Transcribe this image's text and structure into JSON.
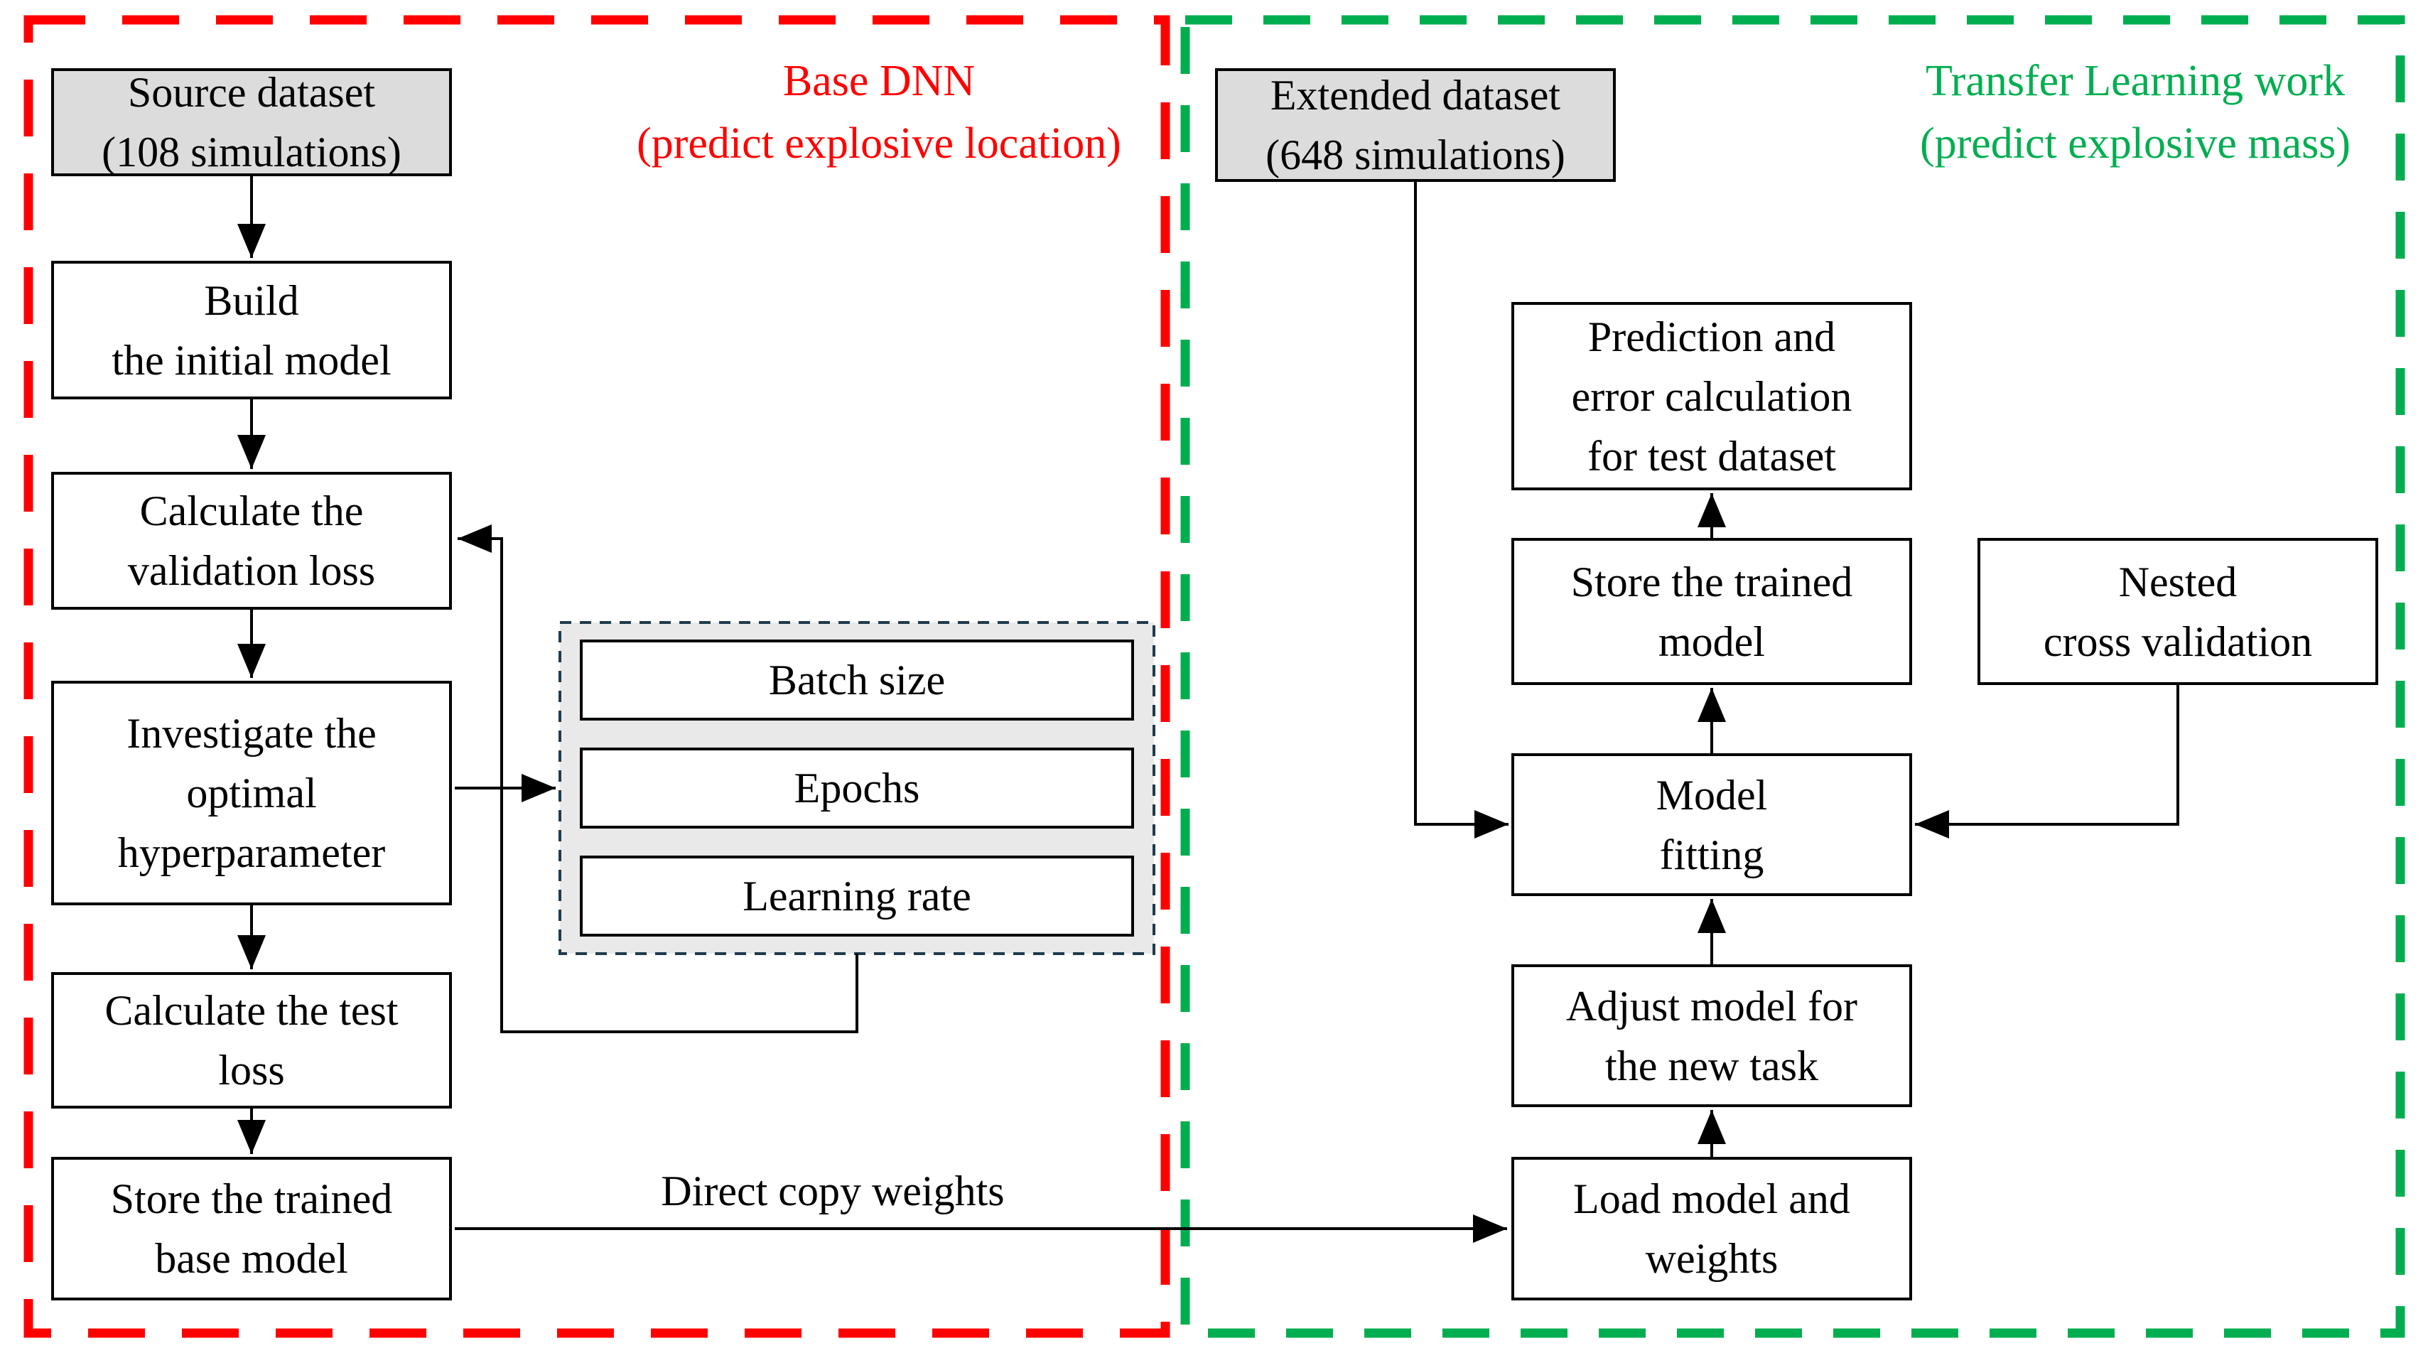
{
  "diagram": {
    "regions": {
      "base_dnn": {
        "title": "Base DNN",
        "subtitle": "(predict explosive location)",
        "border_color": "#FF0000"
      },
      "transfer_learning": {
        "title": "Transfer Learning work",
        "subtitle": "(predict explosive mass)",
        "border_color": "#00AE50"
      }
    },
    "nodes": {
      "source_dataset": [
        "Source dataset",
        "(108 simulations)"
      ],
      "build_initial_model": [
        "Build",
        "the initial model"
      ],
      "calculate_validation_loss": [
        "Calculate the",
        "validation loss"
      ],
      "investigate_hyperparameter": [
        "Investigate the",
        "optimal",
        "hyperparameter"
      ],
      "calculate_test_loss": [
        "Calculate the test",
        "loss"
      ],
      "store_trained_base_model": [
        "Store the trained",
        "base model"
      ],
      "extended_dataset": [
        "Extended dataset",
        "(648 simulations)"
      ],
      "prediction_error": [
        "Prediction and",
        "error calculation",
        "for test dataset"
      ],
      "store_trained_model": [
        "Store the trained",
        "model"
      ],
      "nested_cross_validation": [
        "Nested",
        "cross validation"
      ],
      "model_fitting": [
        "Model",
        "fitting"
      ],
      "adjust_model": [
        "Adjust model for",
        "the new task"
      ],
      "load_model_weights": [
        "Load model and",
        "weights"
      ]
    },
    "hyperparameters": [
      "Batch size",
      "Epochs",
      "Learning rate"
    ],
    "edge_labels": {
      "direct_copy": "Direct copy weights"
    },
    "colors": {
      "node_border": "#000000",
      "dataset_fill": "#DCDCDC",
      "hyperparameter_fill": "#E9E9E9",
      "hyperparameter_border": "#1F3B4D",
      "connector": "#000000",
      "base_dnn_border": "#FF0000",
      "transfer_border": "#00AE50"
    }
  }
}
